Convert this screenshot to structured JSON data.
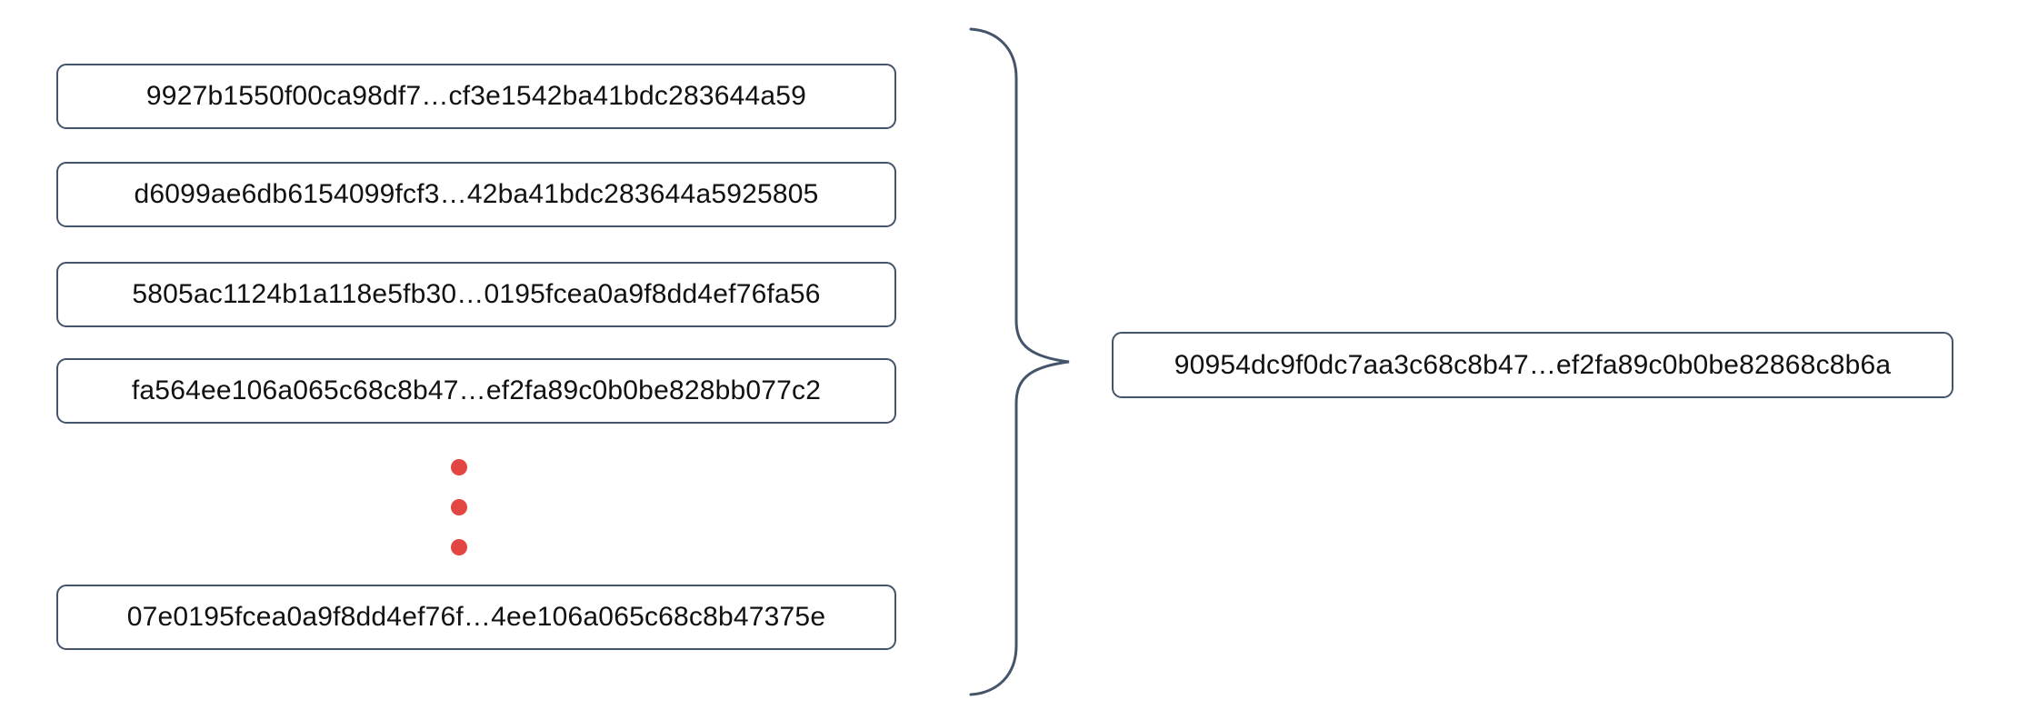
{
  "colors": {
    "box_border": "#44546a",
    "dot": "#e24542",
    "text": "#111111",
    "background": "#ffffff"
  },
  "hash_chain": {
    "blocks": [
      "9927b1550f00ca98df7…cf3e1542ba41bdc283644a59",
      "d6099ae6db6154099fcf3…42ba41bdc283644a5925805",
      "5805ac1124b1a118e5fb30…0195fcea0a9f8dd4ef76fa56",
      "fa564ee106a065c68c8b47…ef2fa89c0b0be828bb077c2",
      "07e0195fcea0a9f8dd4ef76f…4ee106a065c68c8b47375e"
    ],
    "ellipsis_dot_count": 3,
    "combined_hash": "90954dc9f0dc7aa3c68c8b47…ef2fa89c0b0be82868c8b6a"
  }
}
